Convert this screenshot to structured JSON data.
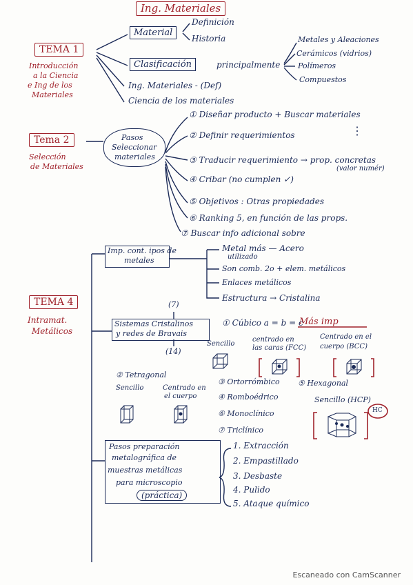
{
  "title": "Ing. Materiales",
  "tema1": {
    "label": "TEMA 1",
    "subtitle": [
      "Introducción",
      "a la Ciencia",
      "e Ing de los",
      "Materiales"
    ],
    "material_box": "Material",
    "material_items": [
      "Definición",
      "Historia"
    ],
    "clasificacion_box": "Clasificación",
    "principalmente": "principalmente",
    "clasif_items": [
      "Metales y Aleaciones",
      "Cerámicos (vidrios)",
      "Polímeros",
      "Compuestos"
    ],
    "ing_materiales": "Ing. Materiales - (Def)",
    "ciencia": "Ciencia de los materiales"
  },
  "tema2": {
    "label": "Tema 2",
    "subtitle": [
      "Selección",
      "de Materiales"
    ],
    "pasos_box": [
      "Pasos",
      "Seleccionar",
      "materiales"
    ],
    "steps": [
      "① Diseñar producto + Buscar materiales",
      "② Definir requerimientos",
      "③ Traducir requerimiento → prop. concretas",
      "④ Cribar (no cumplen ✓)",
      "⑤ Objetivos : Otras propiedades",
      "⑥ Ranking 5, en función de las props.",
      "⑦ Buscar info adicional sobre"
    ],
    "valor_numerico": "(valor numér)",
    "dots": "⋮"
  },
  "tema4": {
    "label": "TEMA 4",
    "subtitle": [
      "Intramat.",
      "Metálicos"
    ],
    "imp_box": [
      "Imp. cont. ipos de",
      "metales"
    ],
    "imp_items": [
      "Metal más — Acero",
      "utilizado",
      "Son comb. 2o + elem. metálicos",
      "Enlaces metálicos",
      "Estructura → Cristalina"
    ],
    "sistemas_box": [
      "Sistemas Cristalinos",
      "y redes de Bravais"
    ],
    "num_top": "(7)",
    "num_bottom": "(14)",
    "cubico": "① Cúbico a = b = c",
    "mas_imp": "Más imp",
    "sencillo": "Sencillo",
    "fcc": [
      "centrado en",
      "las caras (FCC)"
    ],
    "bcc": [
      "Centrado en el",
      "cuerpo (BCC)"
    ],
    "tetragonal": "② Tetragonal",
    "tetra_sub": [
      "Sencillo",
      "Centrado en",
      "el cuerpo"
    ],
    "other_systems": [
      "③ Ortorrómbico",
      "④ Romboédrico",
      "⑥ Monoclínico",
      "⑦ Triclínico"
    ],
    "hexagonal": [
      "⑤ Hexagonal",
      "Sencillo (HCP)"
    ],
    "hc": "HC",
    "pasos_box": [
      "Pasos preparación",
      "metalográfica de",
      "muestras metálicas",
      "para microscopio",
      "(práctica)"
    ],
    "pasos_items": [
      "1. Extracción",
      "2. Empastillado",
      "3. Desbaste",
      "4. Pulido",
      "5. Ataque químico"
    ]
  },
  "footer": "Escaneado con CamScanner",
  "colors": {
    "ink": "#1b2a57",
    "red": "#a0222b"
  }
}
